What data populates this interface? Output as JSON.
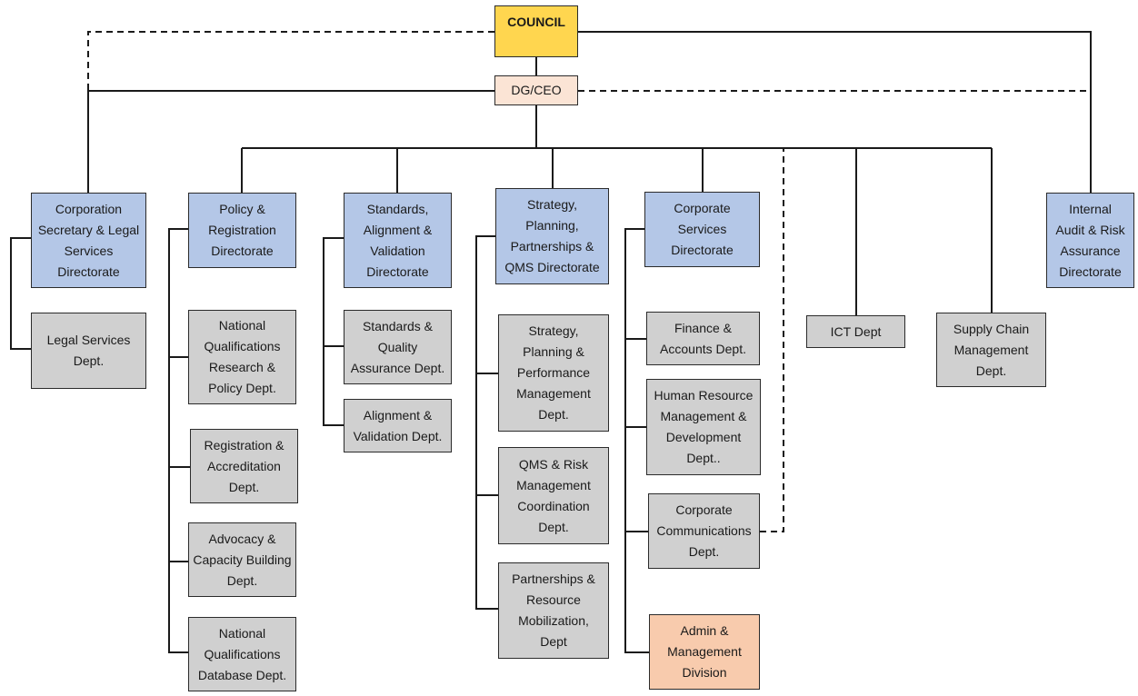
{
  "council": "COUNCIL",
  "ceo": "DG/CEO",
  "directorates": {
    "corp_sec": "Corporation\nSecretary & Legal\nServices\nDirectorate",
    "policy": "Policy &\nRegistration\nDirectorate",
    "standards": "Standards,\nAlignment  &\nValidation\nDirectorate",
    "strategy": "Strategy,\nPlanning,\nPartnerships &\nQMS Directorate",
    "corporate": "Corporate\nServices\nDirectorate",
    "audit": "Internal\nAudit & Risk\nAssurance\nDirectorate"
  },
  "depts": {
    "legal": "Legal Services\nDept.",
    "nq_research": "National\nQualifications\nResearch &\nPolicy Dept.",
    "registration": "Registration &\nAccreditation\nDept.",
    "advocacy": "Advocacy &\nCapacity Building\nDept.",
    "nq_database": "National\nQualifications\nDatabase Dept.",
    "sq_assurance": "Standards &\nQuality\nAssurance Dept.",
    "alignment": "Alignment &\nValidation Dept.",
    "spp_mgmt": "Strategy,\nPlanning &\nPerformance\nManagement\nDept.",
    "qms_risk": "QMS & Risk\nManagement\nCoordination\nDept.",
    "partnerships": "Partnerships &\nResource\nMobilization,\nDept",
    "finance": "Finance &\nAccounts Dept.",
    "hr": "Human Resource\nManagement &\nDevelopment\nDept..",
    "comms": "Corporate\nCommunications\nDept.",
    "admin": "Admin &\nManagement\nDivision",
    "ict": "ICT Dept",
    "supply": "Supply Chain\nManagement\nDept."
  },
  "colors": {
    "directorate": "#b4c7e7",
    "department": "#d0d0d0",
    "council": "#ffd64f",
    "ceo": "#fbe4d5",
    "division": "#f8cbad"
  }
}
